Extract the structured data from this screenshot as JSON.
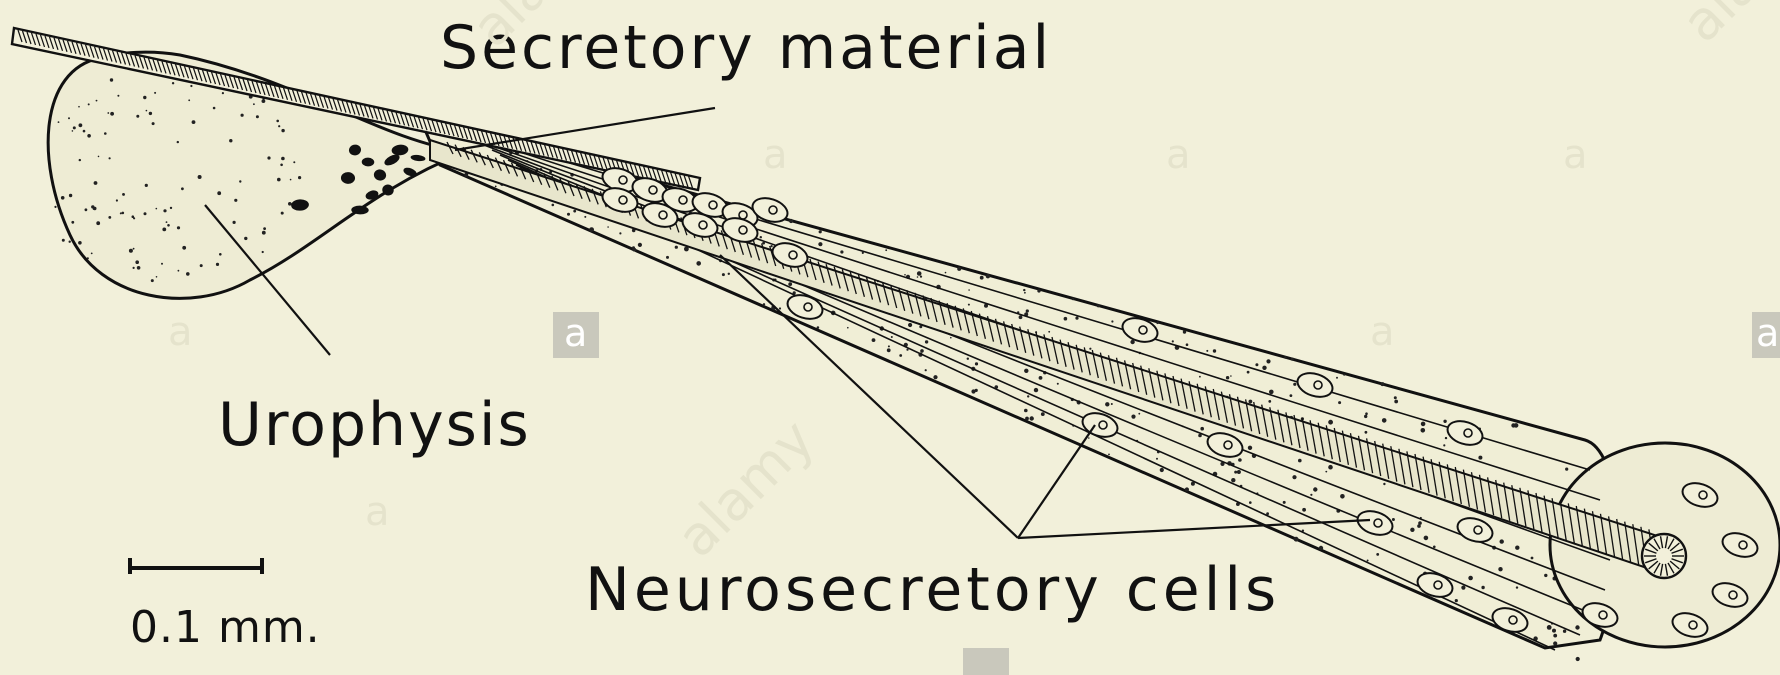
{
  "labels": {
    "secretory_material": "Secretory material",
    "urophysis": "Urophysis",
    "neurosecretory_cells": "Neurosecretory cells",
    "scale": "0.1 mm."
  },
  "watermark": {
    "letter": "a",
    "brand": "alamy"
  },
  "colors": {
    "background": "#f2f0da",
    "ink": "#111111"
  }
}
